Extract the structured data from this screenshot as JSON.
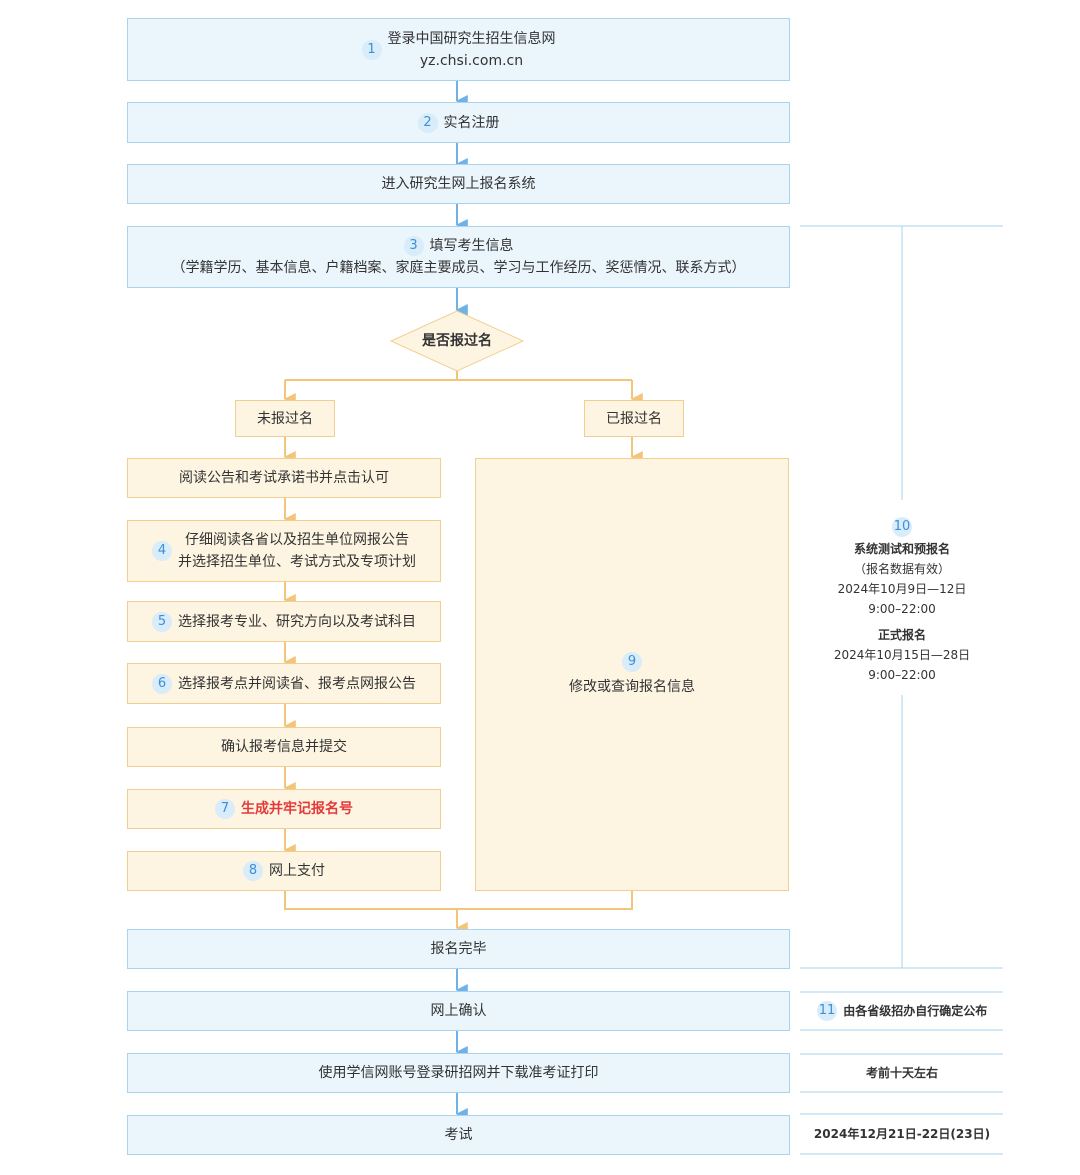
{
  "colors": {
    "blue_fill": "#eaf5fc",
    "blue_border": "#a9d3ee",
    "blue_arrow": "#6fb2ea",
    "orange_fill": "#fdf5e2",
    "orange_border": "#f1cf8f",
    "orange_arrow": "#f3c57a",
    "badge_bg": "#d8ecfa",
    "badge_text": "#3e8fd6",
    "highlight_red": "#e33b3b"
  },
  "steps": {
    "login": {
      "num": "1",
      "line1": "登录中国研究生招生信息网",
      "line2": "yz.chsi.com.cn"
    },
    "register": {
      "num": "2",
      "label": "实名注册"
    },
    "enter_system": {
      "label": "进入研究生网上报名系统"
    },
    "fill_info": {
      "num": "3",
      "line1": "填写考生信息",
      "line2": "（学籍学历、基本信息、户籍档案、家庭主要成员、学习与工作经历、奖惩情况、联系方式）"
    },
    "decision": {
      "label": "是否报过名"
    },
    "not_registered": {
      "label": "未报过名"
    },
    "registered": {
      "label": "已报过名"
    },
    "read_notice": {
      "label": "阅读公告和考试承诺书并点击认可"
    },
    "select_unit": {
      "num": "4",
      "line1": "仔细阅读各省以及招生单位网报公告",
      "line2": "并选择招生单位、考试方式及专项计划"
    },
    "select_major": {
      "num": "5",
      "label": "选择报考专业、研究方向以及考试科目"
    },
    "select_site": {
      "num": "6",
      "label": "选择报考点并阅读省、报考点网报公告"
    },
    "confirm_submit": {
      "label": "确认报考信息并提交"
    },
    "gen_number": {
      "num": "7",
      "label": "生成并牢记报名号"
    },
    "pay_online": {
      "num": "8",
      "label": "网上支付"
    },
    "modify_query": {
      "num": "9",
      "label": "修改或查询报名信息"
    },
    "complete": {
      "label": "报名完毕"
    },
    "online_confirm": {
      "label": "网上确认"
    },
    "print_ticket": {
      "label": "使用学信网账号登录研招网并下载准考证打印"
    },
    "exam": {
      "label": "考试"
    }
  },
  "side": {
    "period": {
      "num": "10",
      "pre_title": "系统测试和预报名",
      "pre_note": "（报名数据有效）",
      "pre_date": "2024年10月9日—12日",
      "pre_time": "9:00–22:00",
      "formal_title": "正式报名",
      "formal_date": "2024年10月15日—28日",
      "formal_time": "9:00–22:00"
    },
    "confirm_note": {
      "num": "11",
      "label": "由各省级招办自行确定公布"
    },
    "print_note": {
      "label": "考前十天左右"
    },
    "exam_date": {
      "label": "2024年12月21日-22日(23日)"
    }
  }
}
